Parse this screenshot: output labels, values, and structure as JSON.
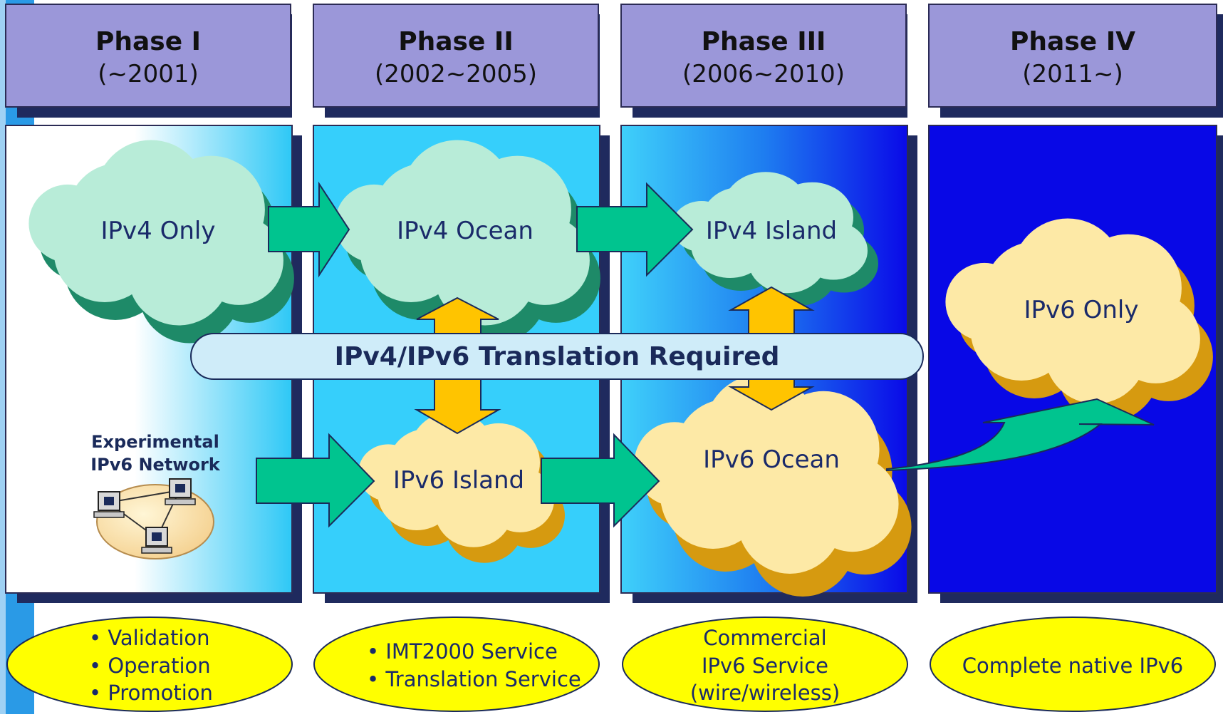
{
  "phases": [
    {
      "name": "Phase I",
      "period": "(~2001)"
    },
    {
      "name": "Phase II",
      "period": "(2002~2005)"
    },
    {
      "name": "Phase III",
      "period": "(2006~2010)"
    },
    {
      "name": "Phase IV",
      "period": "(2011~)"
    }
  ],
  "clouds": {
    "ipv4_only": "IPv4 Only",
    "ipv4_ocean": "IPv4 Ocean",
    "ipv4_island": "IPv4 Island",
    "ipv6_only": "IPv6 Only",
    "ipv6_island": "IPv6 Island",
    "ipv6_ocean": "IPv6 Ocean"
  },
  "experimental_label": [
    "Experimental",
    "IPv6 Network"
  ],
  "translation_banner": "IPv4/IPv6 Translation Required",
  "summaries": {
    "phase1": [
      "• Validation",
      "• Operation",
      "• Promotion"
    ],
    "phase2": [
      "• IMT2000 Service",
      "• Translation Service"
    ],
    "phase3": [
      "Commercial",
      "IPv6 Service",
      "(wire/wireless)"
    ],
    "phase4": [
      "Complete native IPv6"
    ]
  },
  "colors": {
    "header_fill": "#9b97d9",
    "ipv4_cloud": "#b8ecd8",
    "ipv4_cloud_shadow": "#1e8a68",
    "ipv6_cloud": "#fde9a6",
    "ipv6_cloud_shadow": "#d69a10",
    "arrow_green": "#00c48f",
    "arrow_yellow": "#ffc400",
    "oval_yellow": "#ffff00",
    "panel_blue": "#0a0ae8",
    "panel_cyan": "#3fd0fa"
  }
}
